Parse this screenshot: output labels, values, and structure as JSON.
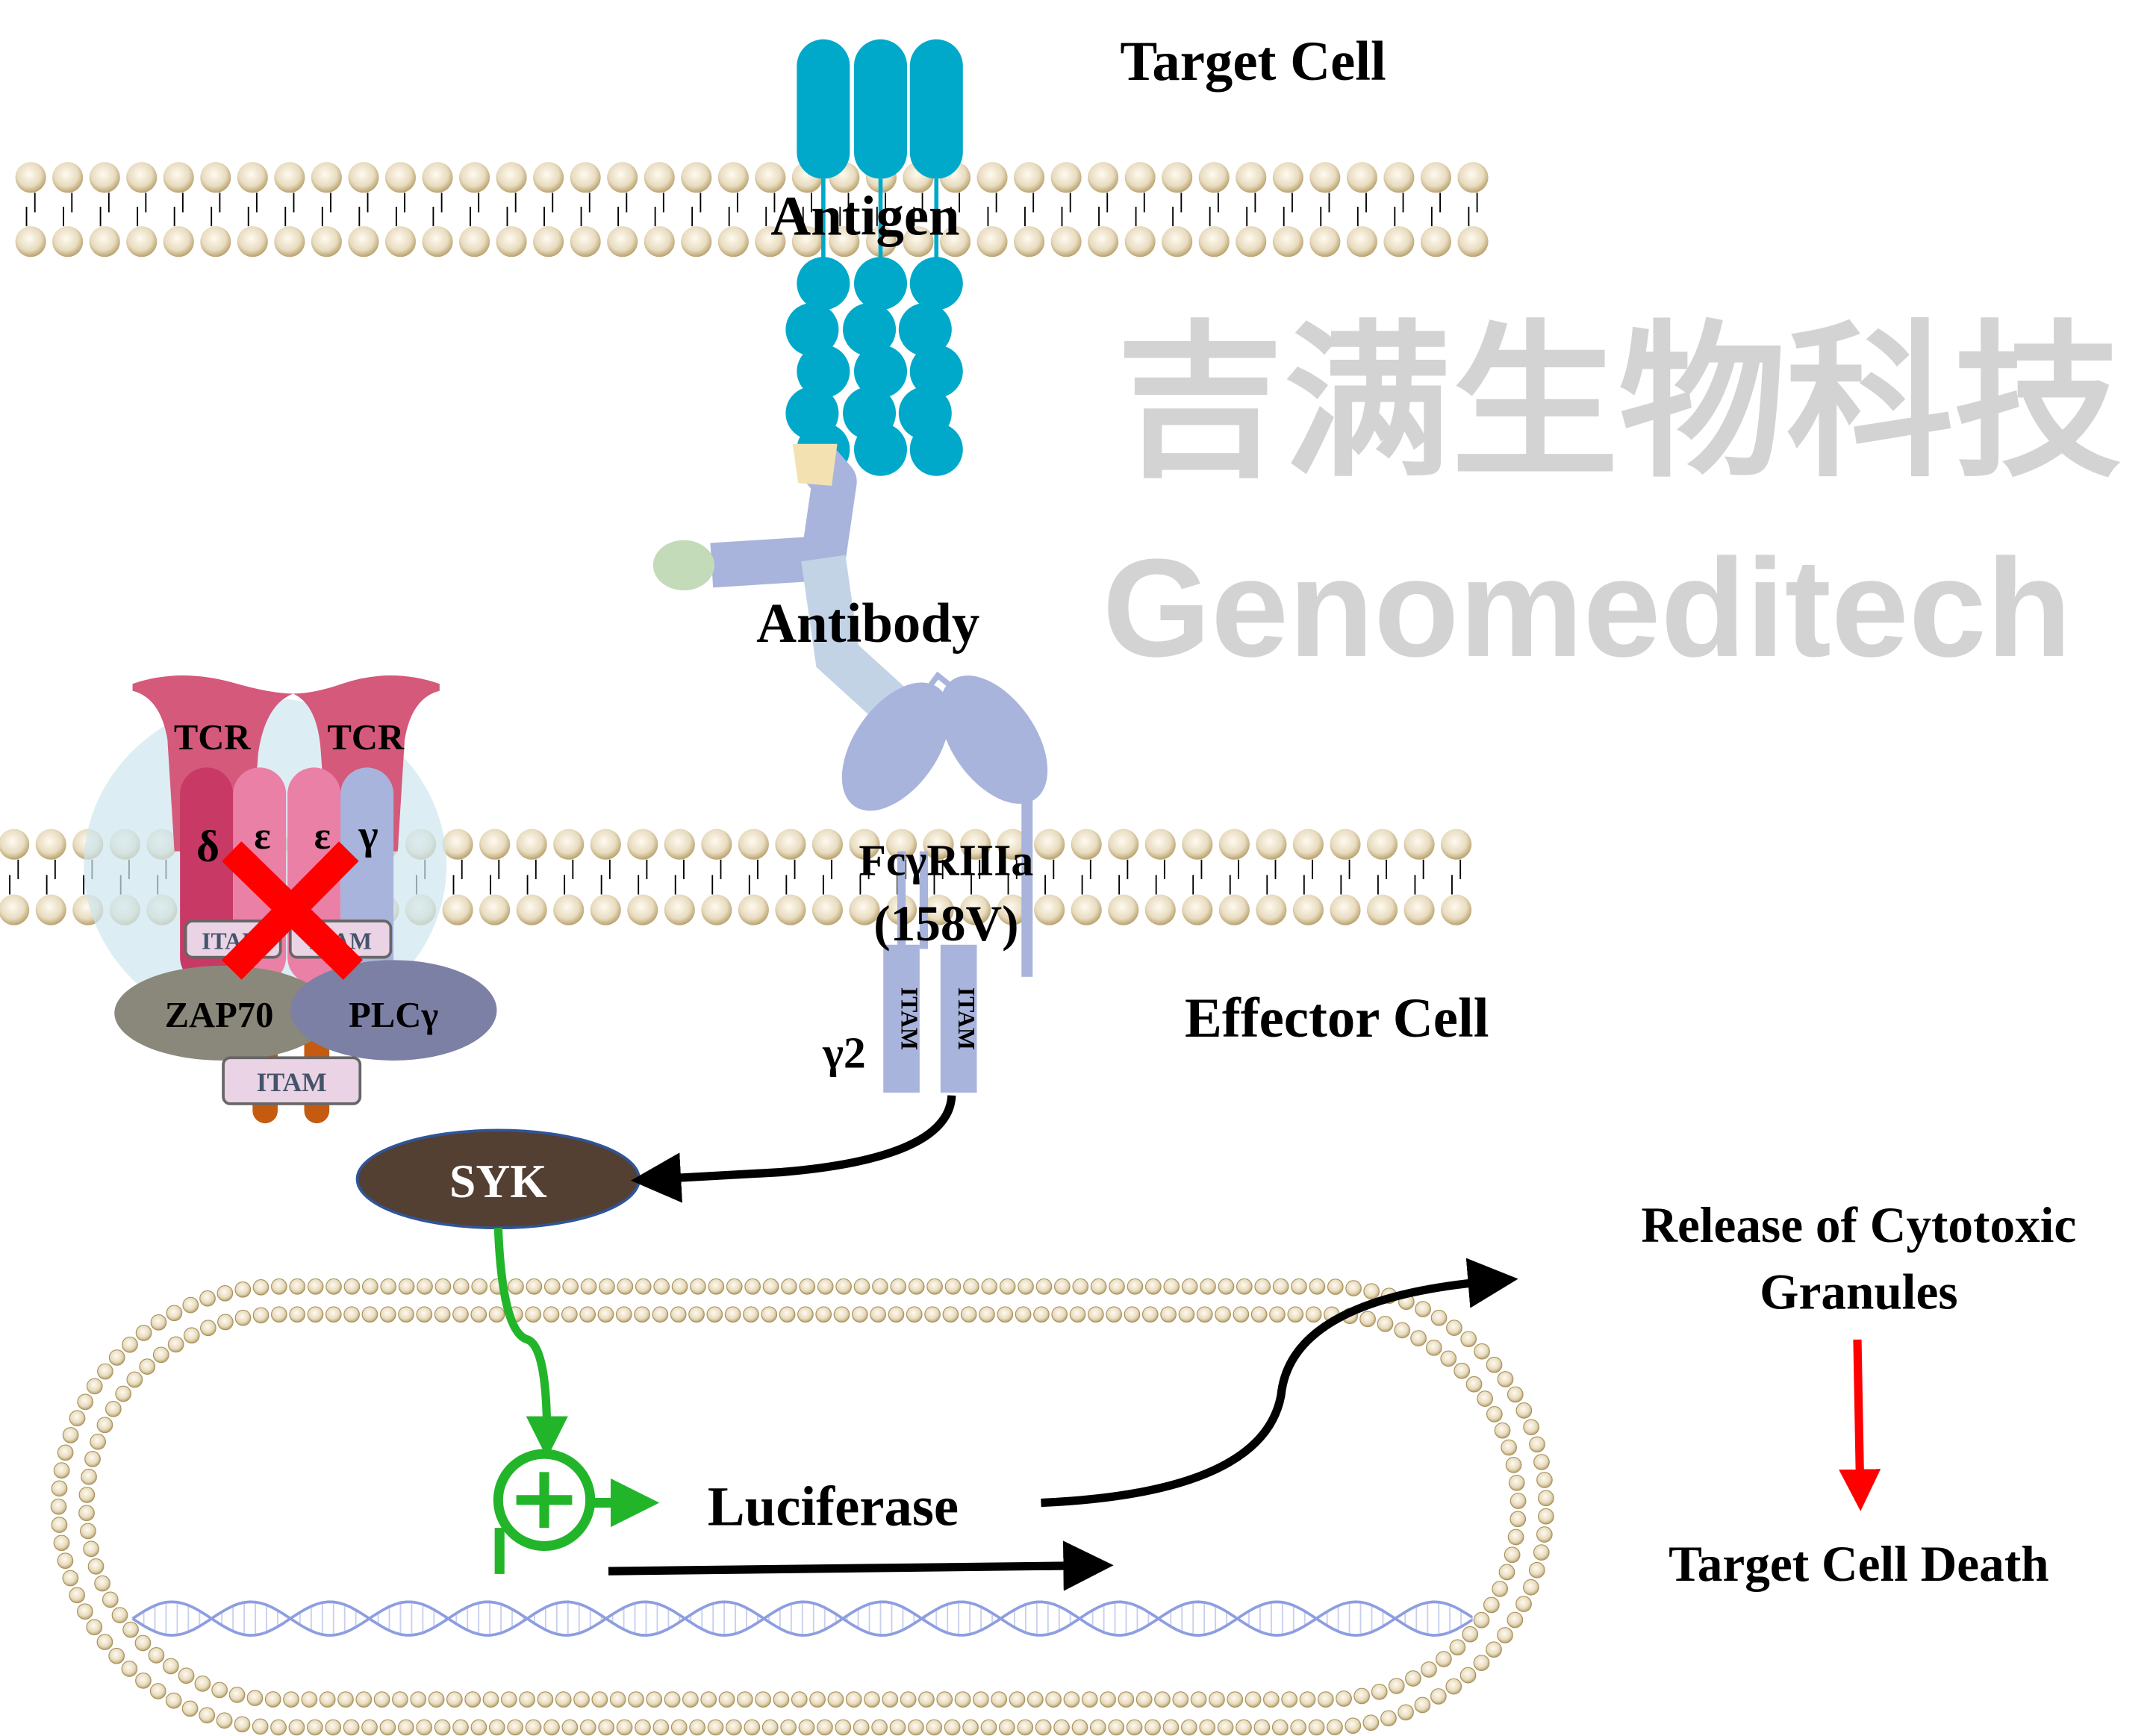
{
  "labels": {
    "target_cell": "Target Cell",
    "antigen": "Antigen",
    "antibody": "Antibody",
    "tcr_left": "TCR",
    "tcr_right": "TCR",
    "delta": "δ",
    "epsilon1": "ε",
    "epsilon2": "ε",
    "gamma": "γ",
    "itam_left": "ITAM",
    "itam_right": "ITAM",
    "itam_bottom": "ITAM",
    "zap70": "ZAP70",
    "plcg": "PLCγ",
    "fcgr_line1": "FcγRIIIa",
    "fcgr_line2": "(158V)",
    "itam_fc1": "ITAM",
    "itam_fc2": "ITAM",
    "gamma2": "γ2",
    "effector_cell": "Effector Cell",
    "syk": "SYK",
    "luciferase": "Luciferase",
    "release_line1": "Release of Cytotoxic",
    "release_line2": "Granules",
    "target_cell_death": "Target Cell Death"
  },
  "watermark": {
    "chinese": "吉满生物科技",
    "english": "Genomeditech"
  },
  "colors": {
    "antigen": "#00a9c9",
    "antibody": "#a8b4dc",
    "syk": "#543f33",
    "activation": "#22b52a",
    "inhibition": "#ff0000",
    "lipid": "#d8c9a0"
  }
}
